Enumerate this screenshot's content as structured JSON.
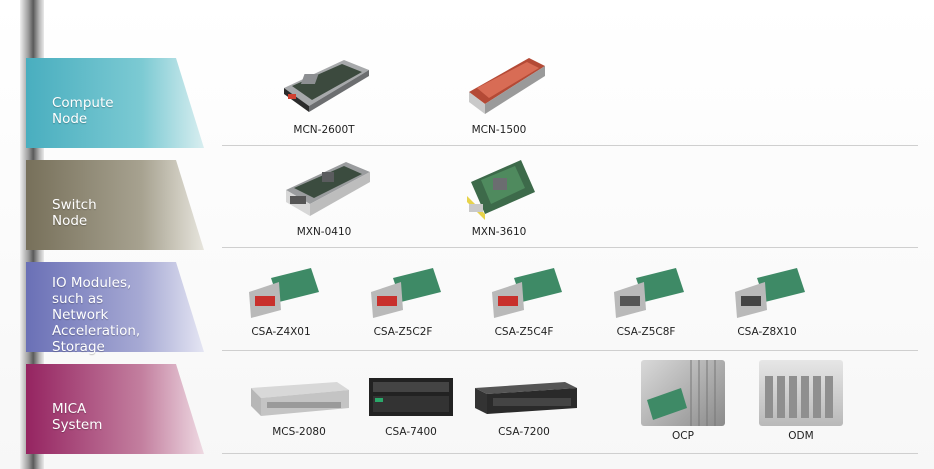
{
  "colors": {
    "compute": "#4fb0c0",
    "switch": "#7d7762",
    "io": "#7176b9",
    "mica": "#9a2d68"
  },
  "sections": [
    {
      "label": "Compute Node",
      "products": [
        "MCN-2600T",
        "MCN-1500"
      ]
    },
    {
      "label": "Switch Node",
      "products": [
        "MXN-0410",
        "MXN-3610"
      ]
    },
    {
      "label": "IO Modules,\nsuch as Network\nAcceleration,\nStorage",
      "label_lines": [
        "IO Modules,",
        "such as Network",
        "Acceleration,",
        "Storage"
      ],
      "products": [
        "CSA-Z4X01",
        "CSA-Z5C2F",
        "CSA-Z5C4F",
        "CSA-Z5C8F",
        "CSA-Z8X10"
      ]
    },
    {
      "label": "MICA System",
      "products": [
        "MCS-2080",
        "CSA-7400",
        "CSA-7200",
        "OCP",
        "ODM"
      ]
    }
  ]
}
